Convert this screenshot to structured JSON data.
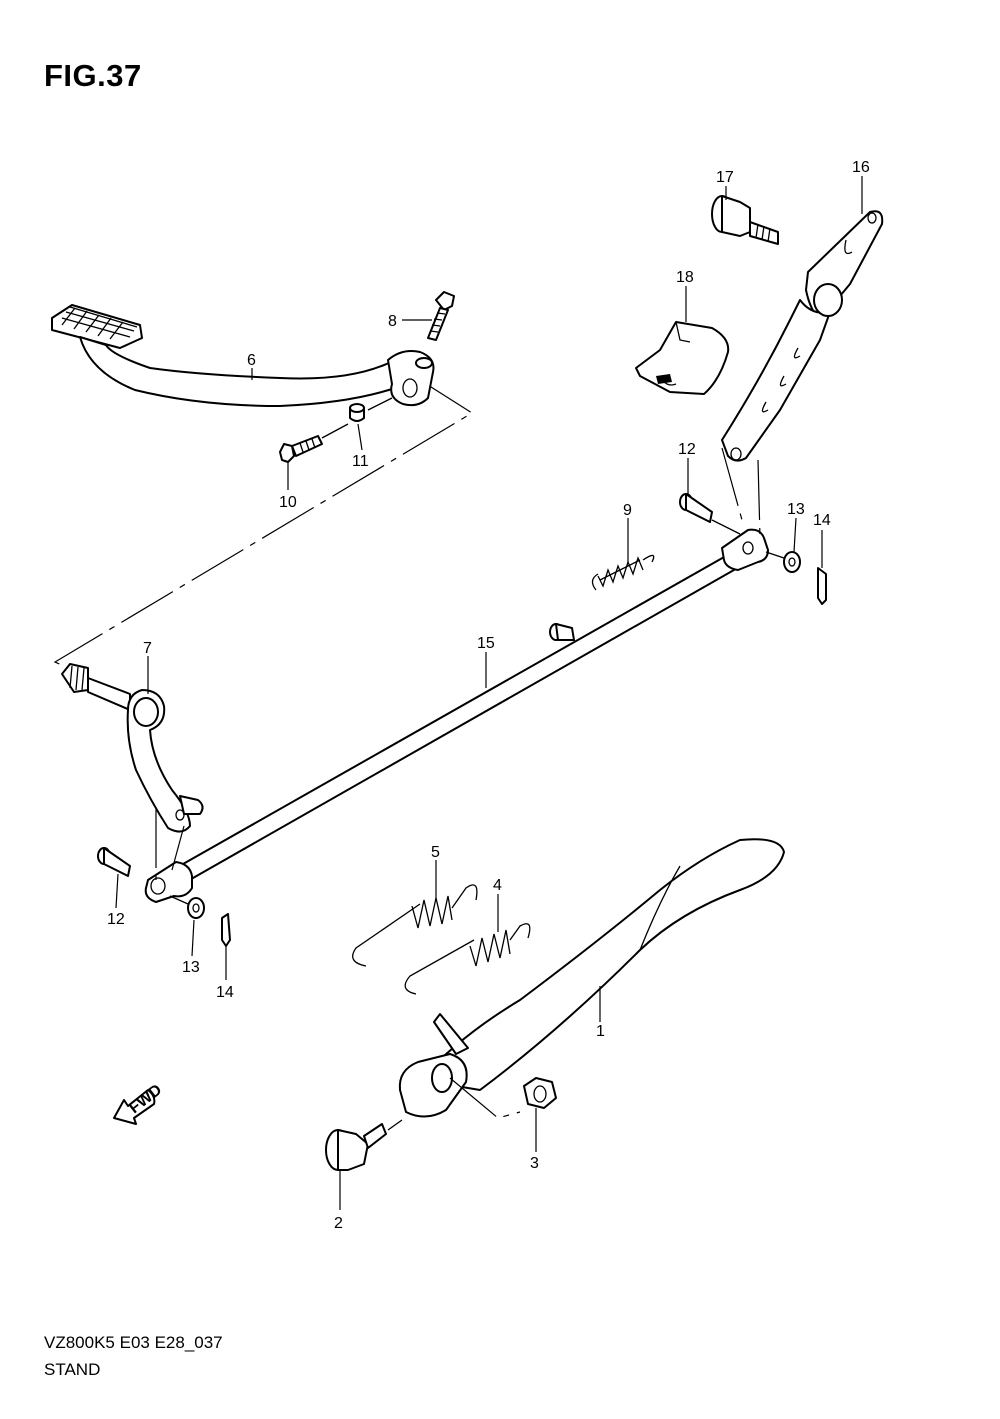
{
  "figure_title": "FIG.37",
  "footer": {
    "code": "VZ800K5 E03 E28_037",
    "name": "STAND"
  },
  "fwd_label": "FWD",
  "callouts": [
    {
      "id": "c1",
      "label": "1"
    },
    {
      "id": "c2",
      "label": "2"
    },
    {
      "id": "c3",
      "label": "3"
    },
    {
      "id": "c4",
      "label": "4"
    },
    {
      "id": "c5",
      "label": "5"
    },
    {
      "id": "c6",
      "label": "6"
    },
    {
      "id": "c7",
      "label": "7"
    },
    {
      "id": "c8",
      "label": "8"
    },
    {
      "id": "c9",
      "label": "9"
    },
    {
      "id": "c10",
      "label": "10"
    },
    {
      "id": "c11",
      "label": "11"
    },
    {
      "id": "c12a",
      "label": "12"
    },
    {
      "id": "c12b",
      "label": "12"
    },
    {
      "id": "c13a",
      "label": "13"
    },
    {
      "id": "c13b",
      "label": "13"
    },
    {
      "id": "c14a",
      "label": "14"
    },
    {
      "id": "c14b",
      "label": "14"
    },
    {
      "id": "c15",
      "label": "15"
    },
    {
      "id": "c16",
      "label": "16"
    },
    {
      "id": "c17",
      "label": "17"
    },
    {
      "id": "c18",
      "label": "18"
    }
  ]
}
